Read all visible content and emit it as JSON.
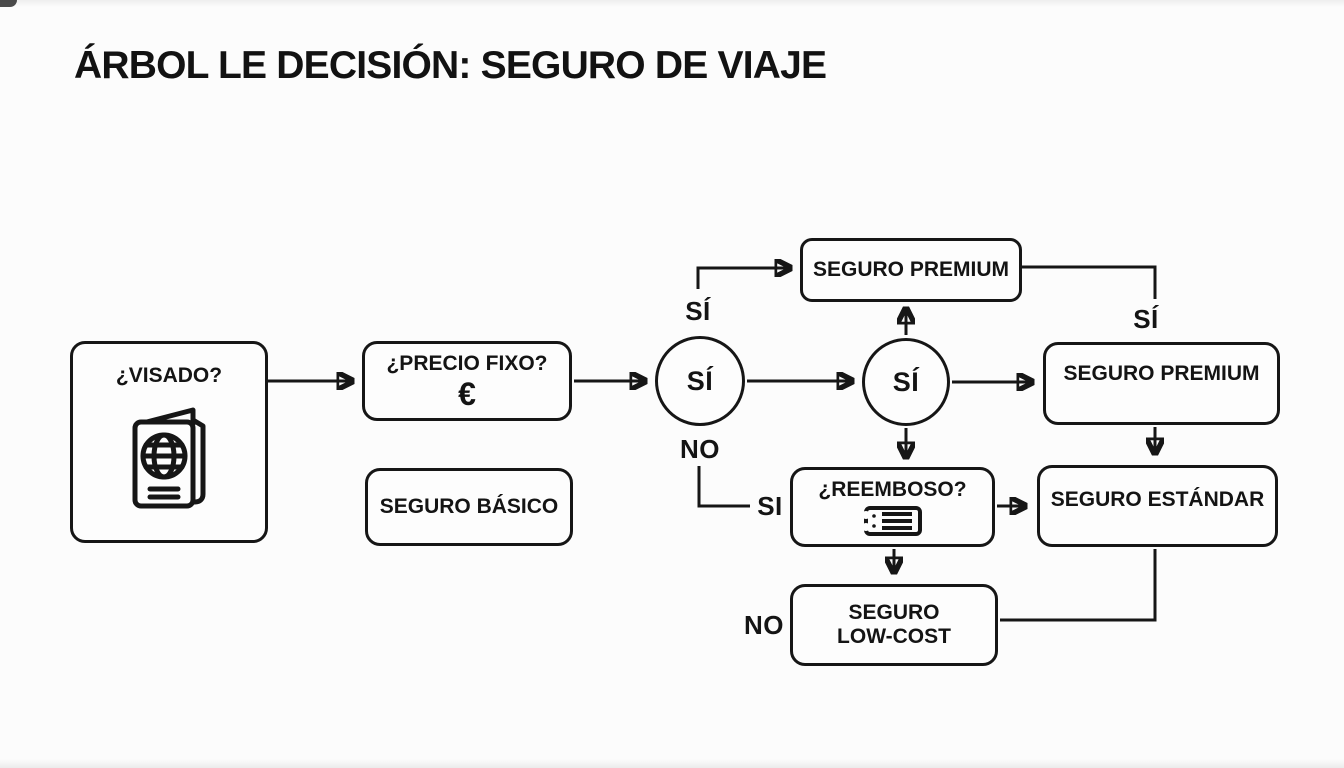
{
  "title": "ÁRBOL LE DECISIÓN: SEGURO DE VIAJE",
  "diagram": {
    "type": "decision-tree-flowchart",
    "nodes": {
      "visado": {
        "label": "¿VISADO?",
        "icon": "passport-icon"
      },
      "precio": {
        "label": "¿PRECIO FIXO?",
        "symbol": "€"
      },
      "basico": {
        "label": "SEGURO BÁSICO"
      },
      "decision1": {
        "label": "SÍ"
      },
      "decision2": {
        "label": "SÍ"
      },
      "premium_top": {
        "label": "SEGURO PREMIUM"
      },
      "premium_right": {
        "label": "SEGURO PREMIUM"
      },
      "reemboso": {
        "label": "¿REEMBOSO?",
        "icon": "ticket-icon"
      },
      "estandar": {
        "label": "SEGURO ESTÁNDAR"
      },
      "lowcost": {
        "line1": "SEGURO",
        "line2": "LOW-COST"
      }
    },
    "edge_labels": {
      "si_above_decision1": "SÍ",
      "no_below_decision1": "NO",
      "si_before_reemboso": "SI",
      "si_above_premium_right": "SÍ",
      "no_before_lowcost": "NO"
    },
    "colors": {
      "stroke": "#161616",
      "background": "#fcfcfc",
      "node_fill": "#fdfdfd"
    }
  }
}
